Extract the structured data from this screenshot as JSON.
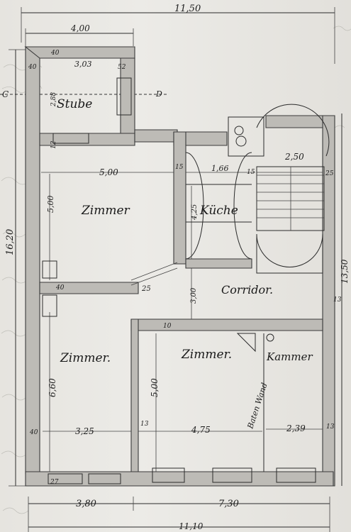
{
  "dimensions": {
    "total_width_top": "11,50",
    "left_top_width": "4,00",
    "total_height_left": "16,20",
    "total_height_right": "13,50",
    "bottom_total": "11,10",
    "bottom_left": "3,80",
    "bottom_right": "7,30",
    "stube_width": "3,03",
    "stube_left_wall": "40",
    "stube_top": "40",
    "stube_right": "52",
    "stube_height": "2,88",
    "stube_lower": "12",
    "zimmer_top_width": "5,00",
    "zimmer_top_height": "5,00",
    "wall_15_a": "15",
    "kueche_width": "1,66",
    "wall_15_b": "15",
    "stair_width": "2,50",
    "wall_25": "25",
    "kueche_height": "4,25",
    "wall_40_mid": "40",
    "wall_25_mid": "25",
    "corridor_height": "3,00",
    "corridor_right": "13",
    "wall_10": "10",
    "zimmer_bottom_height": "6,60",
    "zimmer_mid_height": "5,00",
    "wall_40_bottom": "40",
    "zimmer_bottom_left_width": "3,25",
    "wall_13_bottom": "13",
    "zimmer_mid_width": "4,75",
    "kammer_width": "2,39",
    "wall_13_right": "13",
    "wall_27": "27"
  },
  "rooms": {
    "stube": "Stube",
    "zimmer_top": "Zimmer",
    "kueche": "Küche",
    "corridor": "Corridor.",
    "zimmer_bottom_left": "Zimmer.",
    "zimmer_bottom_mid": "Zimmer.",
    "kammer": "Kammer",
    "partition_note": "Baten Wand"
  },
  "section_markers": {
    "left": "C",
    "right": "D"
  },
  "colors": {
    "paper": "#e6e4df",
    "ink": "#2b2b2b",
    "wall_fill": "#bdbbb6"
  }
}
